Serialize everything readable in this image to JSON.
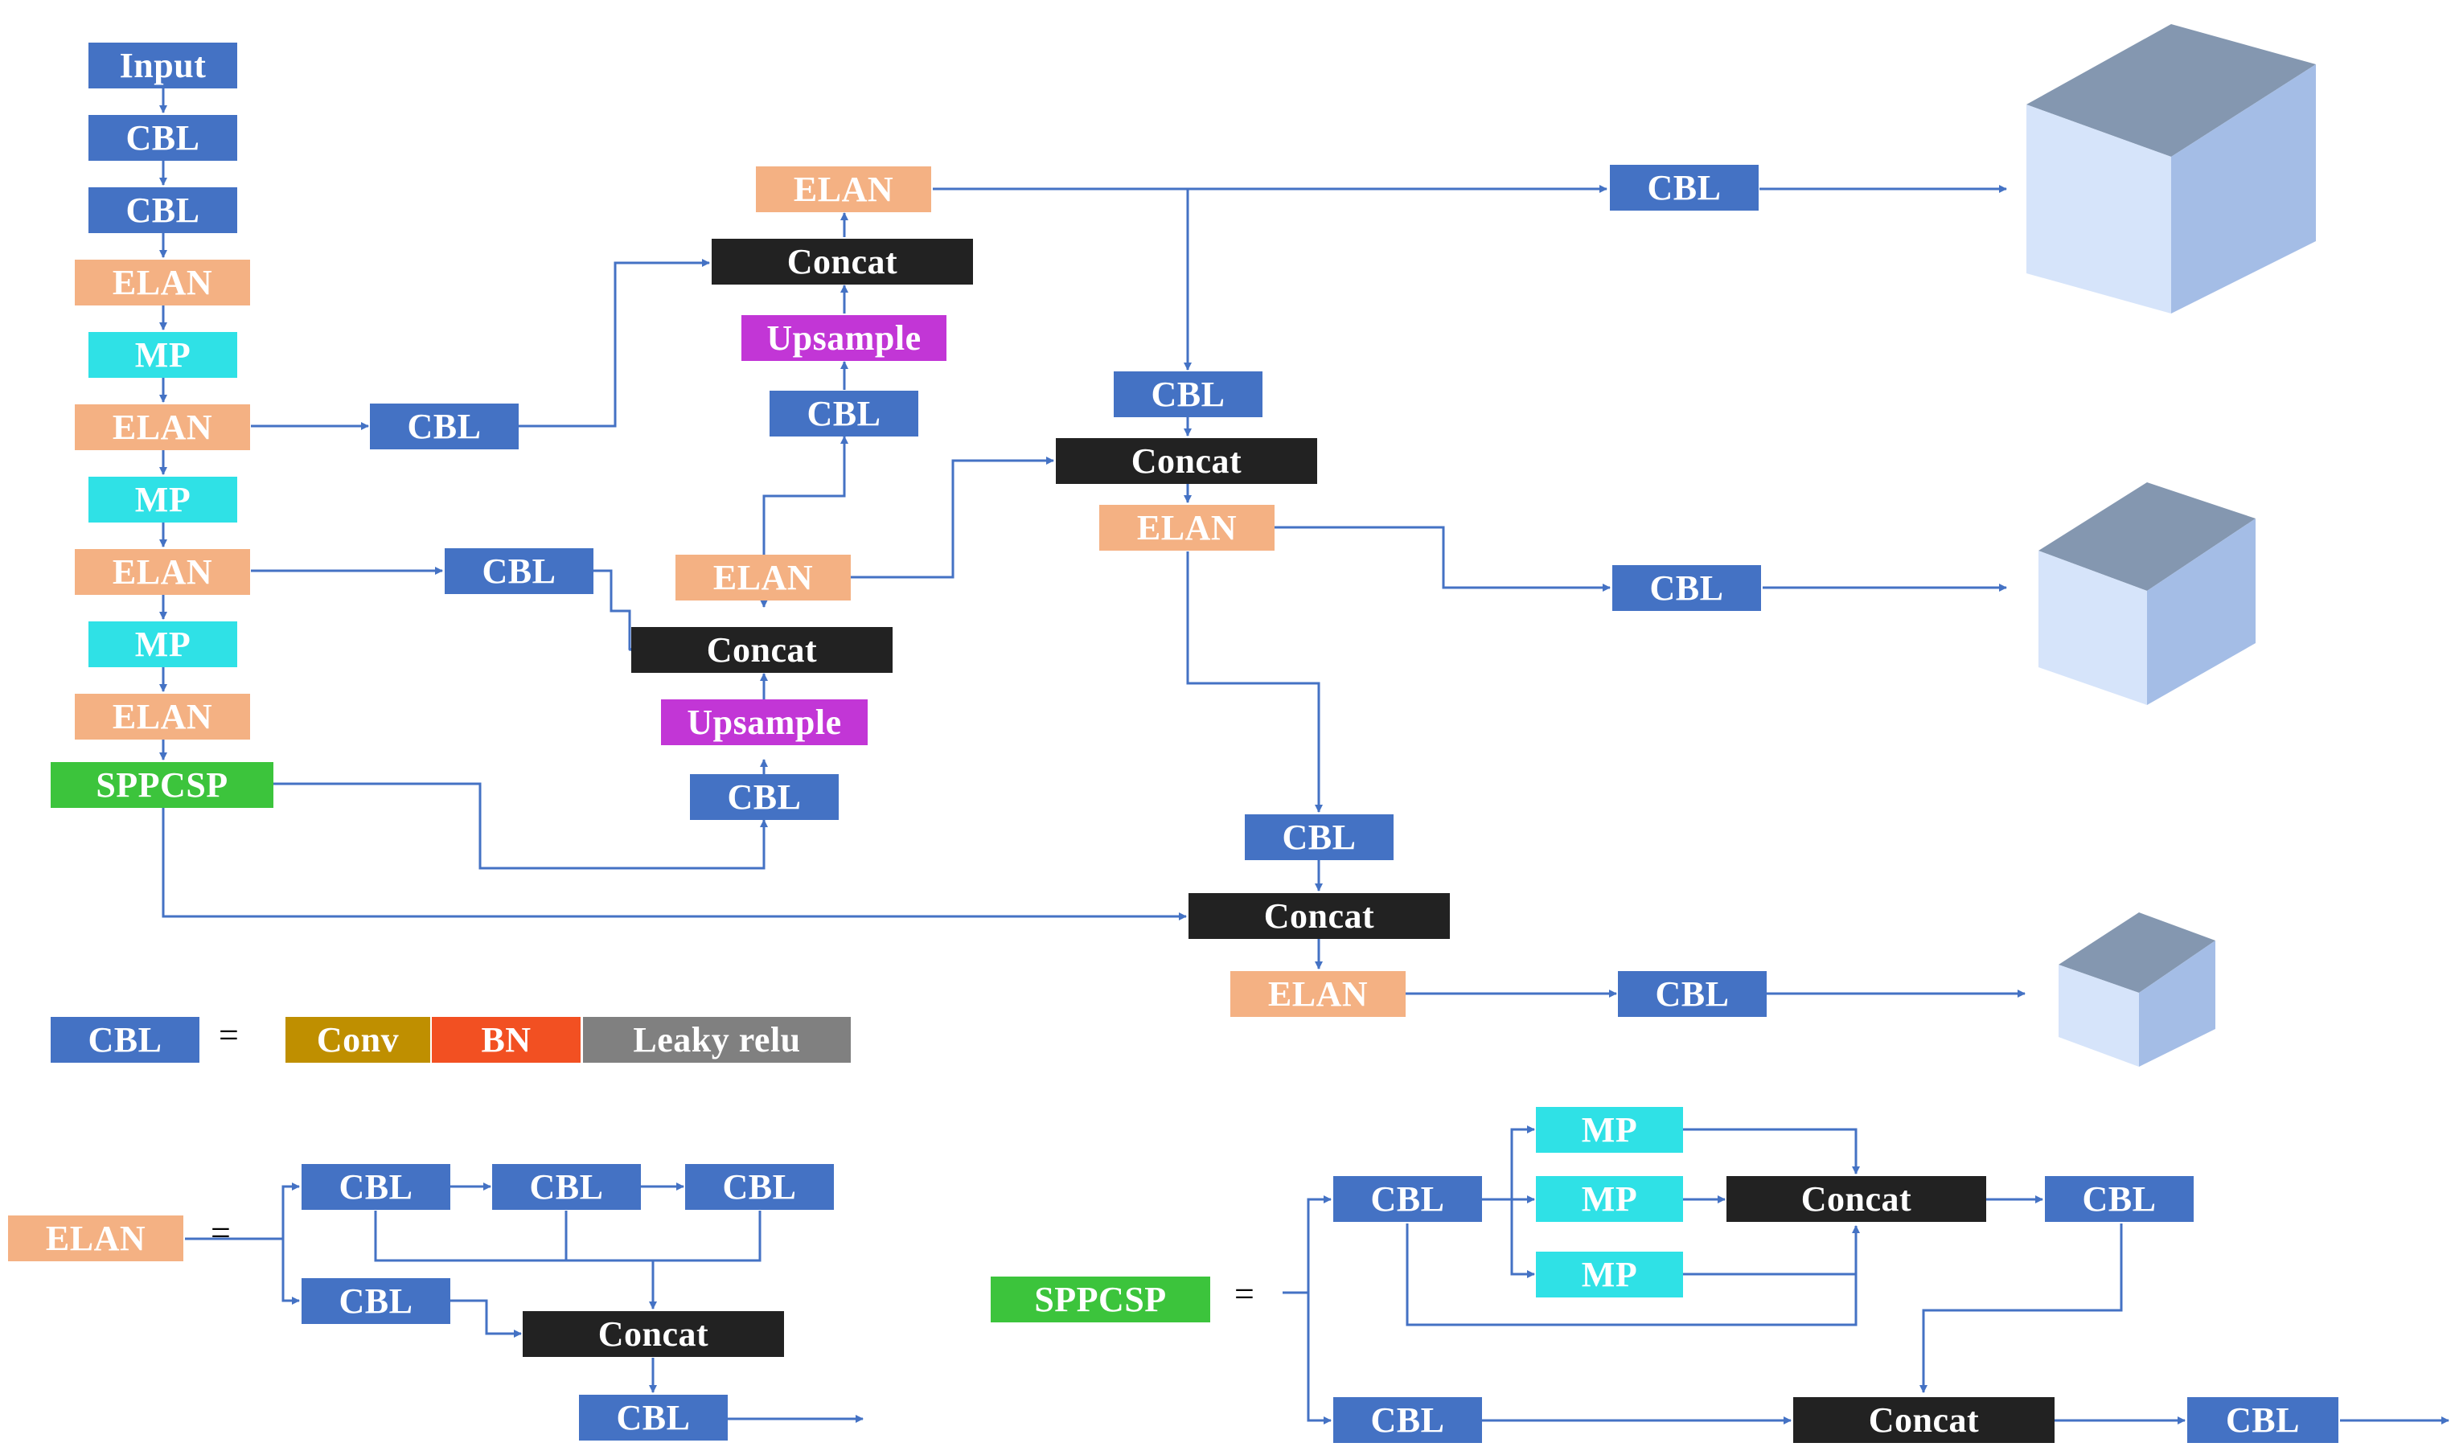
{
  "labels": {
    "input": "Input",
    "cbl": "CBL",
    "elan": "ELAN",
    "mp": "MP",
    "concat": "Concat",
    "upsample": "Upsample",
    "sppcsp": "SPPCSP",
    "conv": "Conv",
    "bn": "BN",
    "leaky": "Leaky relu",
    "equals": "="
  },
  "colors": {
    "cbl": "#4472c4",
    "elan": "#f4b183",
    "mp": "#2fe1e6",
    "concat": "#222222",
    "upsample": "#c236d6",
    "sppcsp": "#3cc43c",
    "conv": "#bf8f00",
    "bn": "#f25022",
    "leaky": "#808080",
    "line": "#4472c4"
  }
}
